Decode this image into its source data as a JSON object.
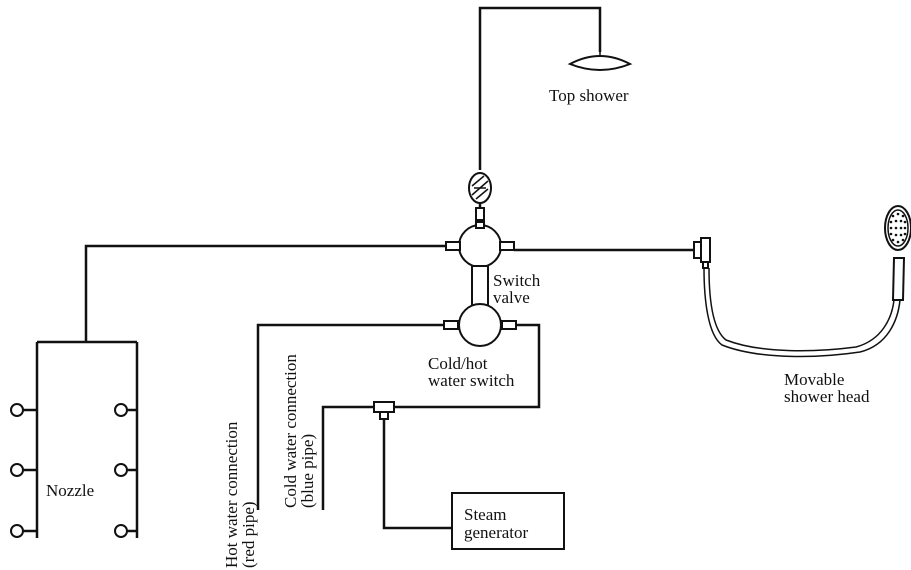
{
  "labels": {
    "top_shower": "Top shower",
    "switch_valve_line1": "Switch",
    "switch_valve_line2": "valve",
    "cold_hot_line1": "Cold/hot",
    "cold_hot_line2": "water switch",
    "movable_line1": "Movable",
    "movable_line2": "shower head",
    "nozzle": "Nozzle",
    "hot_water_line1": "Hot water connection",
    "hot_water_line2": "(red pipe)",
    "cold_water_line1": "Cold water connection",
    "cold_water_line2": "(blue pipe)",
    "steam_line1": "Steam",
    "steam_line2": "generator"
  },
  "colors": {
    "line": "#111111",
    "background": "#ffffff"
  }
}
